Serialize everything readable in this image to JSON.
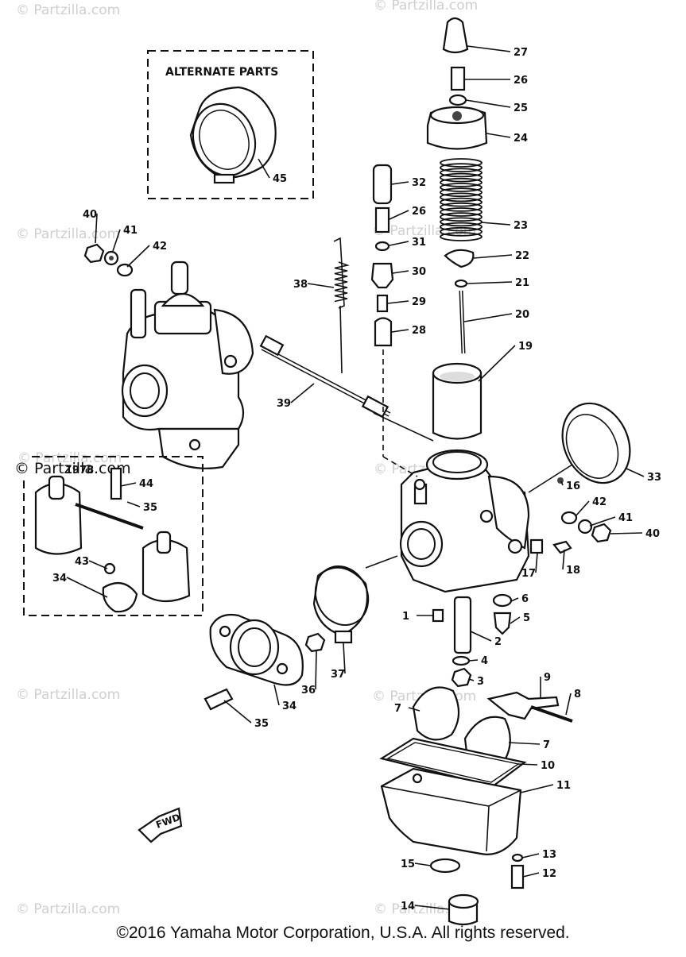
{
  "diagram": {
    "alternate_parts_label": "ALTERNATE PARTS",
    "fwd_label": "FWD",
    "watermark": "© Partzilla.com",
    "copyright": "©2016 Yamaha Motor Corporation, U.S.A. All rights reserved.",
    "callouts": [
      "1",
      "2",
      "3",
      "4",
      "5",
      "6",
      "7",
      "8",
      "9",
      "10",
      "11",
      "12",
      "13",
      "14",
      "15",
      "16",
      "17",
      "18",
      "19",
      "20",
      "21",
      "22",
      "23",
      "24",
      "25",
      "26",
      "27",
      "28",
      "29",
      "30",
      "31",
      "32",
      "33",
      "34",
      "35",
      "36",
      "37",
      "38",
      "39",
      "40",
      "41",
      "42",
      "43",
      "44",
      "45"
    ]
  }
}
